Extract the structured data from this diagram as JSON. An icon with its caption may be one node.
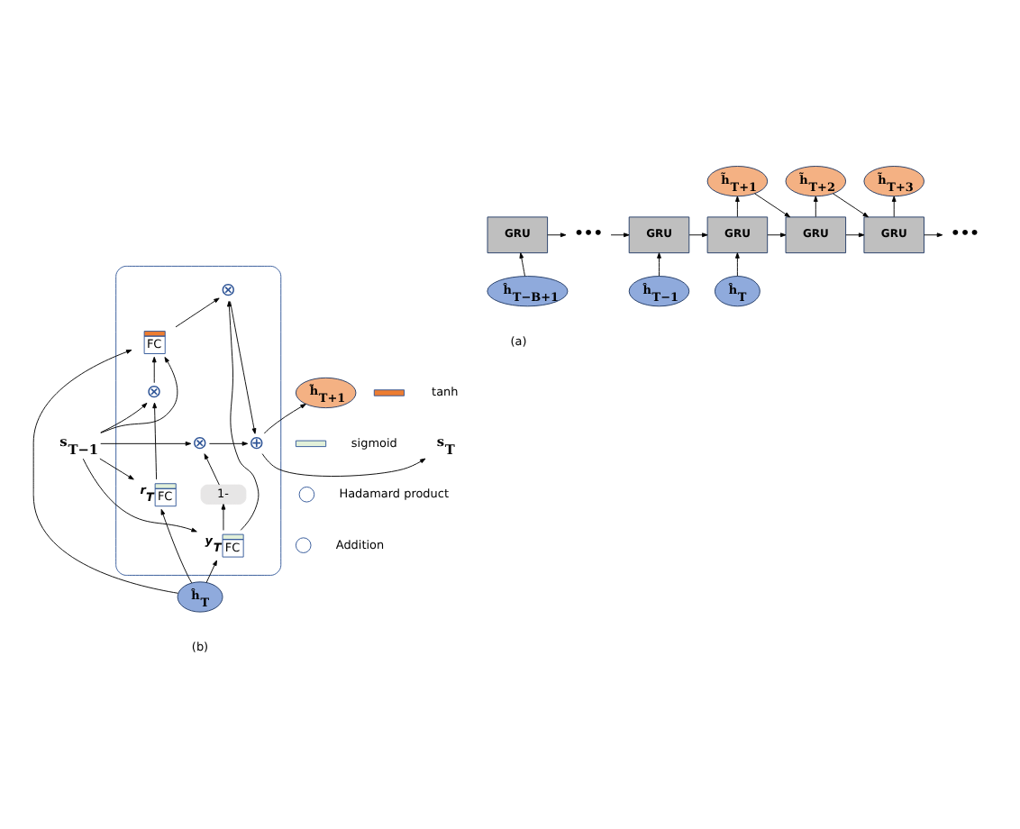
{
  "diagram": {
    "nodes": [
      {
        "text": [
          "GRU"
        ]
      },
      {
        "text": [
          "•••"
        ]
      },
      {
        "text": [
          "GRU"
        ]
      },
      {
        "text": [
          "GRU"
        ]
      },
      {
        "text": [
          "GRU"
        ]
      },
      {
        "text": [
          "GRU"
        ]
      },
      {
        "text": [
          "•••"
        ]
      },
      {
        "text": [
          "ĥ$_{T−B+1}$"
        ]
      },
      {
        "text": [
          "ĥ$_{T−1}$"
        ]
      },
      {
        "text": [
          "ĥ$_{T}$"
        ]
      },
      {
        "text": [
          "h̃$_{T+1}$"
        ]
      },
      {
        "text": [
          "h̃$_{T+2}$"
        ]
      },
      {
        "text": [
          "h̃$_{T+3}$"
        ]
      },
      {
        "text": [],
        "shape": "box"
      },
      {
        "text": [
          "s$_{T−1}$"
        ]
      },
      {
        "text": [
          "⊗"
        ],
        "in": 13
      },
      {
        "text": [
          "1-"
        ],
        "in": 13
      },
      {
        "text": [
          "⊗"
        ],
        "in": 13
      },
      {
        "text": [
          "⊗"
        ],
        "in": 13
      },
      {
        "text": [
          "⊕"
        ],
        "in": 13
      },
      {
        "text": [
          "FC"
        ],
        "in": 13,
        "beside": [
          "y$_{T}$"
        ]
      },
      {
        "text": [
          "FC"
        ],
        "in": 13,
        "beside": [
          "r$_{T}$"
        ]
      },
      {
        "text": [
          "FC"
        ],
        "in": 13
      },
      {
        "text": [
          "s$_{T}$"
        ]
      },
      {
        "text": [
          "h̃$_{T+1}$"
        ]
      },
      {
        "text": [
          "ĥ$_{T}$"
        ]
      }
    ],
    "edges": [
      {
        "from": 0,
        "to": 1,
        "arrow": "to"
      },
      {
        "from": 1,
        "to": 2,
        "arrow": "to"
      },
      {
        "from": 2,
        "to": 3,
        "arrow": "to"
      },
      {
        "from": 3,
        "to": 4,
        "arrow": "to"
      },
      {
        "from": 4,
        "to": 5,
        "arrow": "to"
      },
      {
        "from": 5,
        "to": 6,
        "arrow": "to"
      },
      {
        "from": 7,
        "to": 0,
        "arrow": "to"
      },
      {
        "from": 8,
        "to": 2,
        "arrow": "to"
      },
      {
        "from": 9,
        "to": 3,
        "arrow": "to"
      },
      {
        "from": 3,
        "to": 10,
        "arrow": "to"
      },
      {
        "from": 4,
        "to": 11,
        "arrow": "to"
      },
      {
        "from": 5,
        "to": 12,
        "arrow": "to"
      },
      {
        "from": 10,
        "to": 4,
        "arrow": "to"
      },
      {
        "from": 11,
        "to": 5,
        "arrow": "to"
      },
      {
        "from": 14,
        "to": 15,
        "arrow": "to"
      },
      {
        "from": 14,
        "to": 17,
        "arrow": "to"
      },
      {
        "from": 14,
        "to": 20,
        "arrow": "to"
      },
      {
        "from": 14,
        "to": 21,
        "arrow": "to"
      },
      {
        "from": 14,
        "to": 22,
        "arrow": "to"
      },
      {
        "from": 25,
        "to": 20,
        "arrow": "to"
      },
      {
        "from": 25,
        "to": 21,
        "arrow": "to"
      },
      {
        "from": 25,
        "to": 22,
        "arrow": "to"
      },
      {
        "from": 20,
        "to": 16,
        "arrow": "to"
      },
      {
        "from": 16,
        "to": 15,
        "arrow": "to"
      },
      {
        "from": 20,
        "to": 18,
        "arrow": "to"
      },
      {
        "from": 21,
        "to": 17,
        "arrow": "to"
      },
      {
        "from": 17,
        "to": 22,
        "arrow": "to"
      },
      {
        "from": 22,
        "to": 18,
        "arrow": "to"
      },
      {
        "from": 15,
        "to": 19,
        "arrow": "to"
      },
      {
        "from": 18,
        "to": 19,
        "arrow": "to"
      },
      {
        "from": 19,
        "to": 23,
        "arrow": "to"
      },
      {
        "from": 19,
        "to": 24,
        "arrow": "to"
      }
    ],
    "labels": [
      "(a)",
      "(b)"
    ],
    "legend": [
      {
        "text": "tanh",
        "color": "#ed7d31"
      },
      {
        "text": "sigmoid",
        "color": "#e2f0d9"
      },
      {
        "text": "Hadamard product"
      },
      {
        "text": "Addition"
      }
    ]
  }
}
